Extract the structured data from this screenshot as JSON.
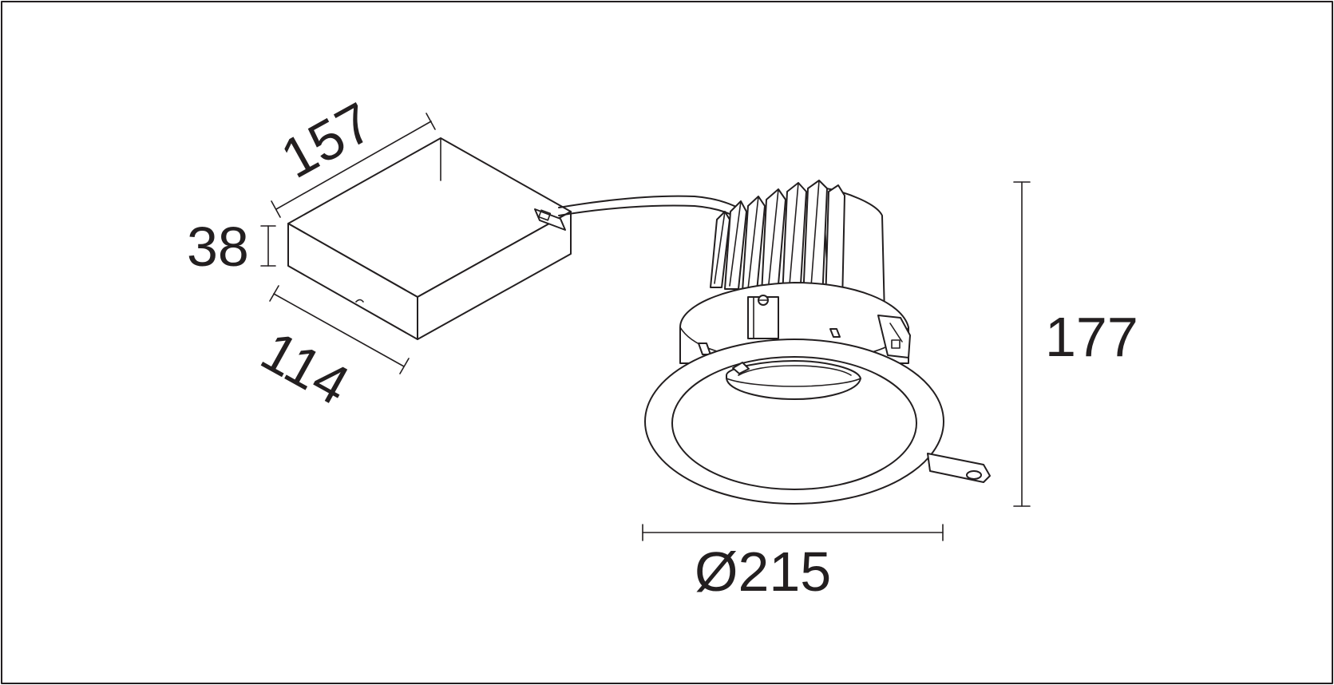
{
  "dimensions": {
    "driver_length": "157",
    "driver_height": "38",
    "driver_width": "114",
    "fixture_height": "177",
    "fixture_diameter": "Ø215"
  },
  "colors": {
    "line": "#231f20",
    "background": "#ffffff"
  }
}
